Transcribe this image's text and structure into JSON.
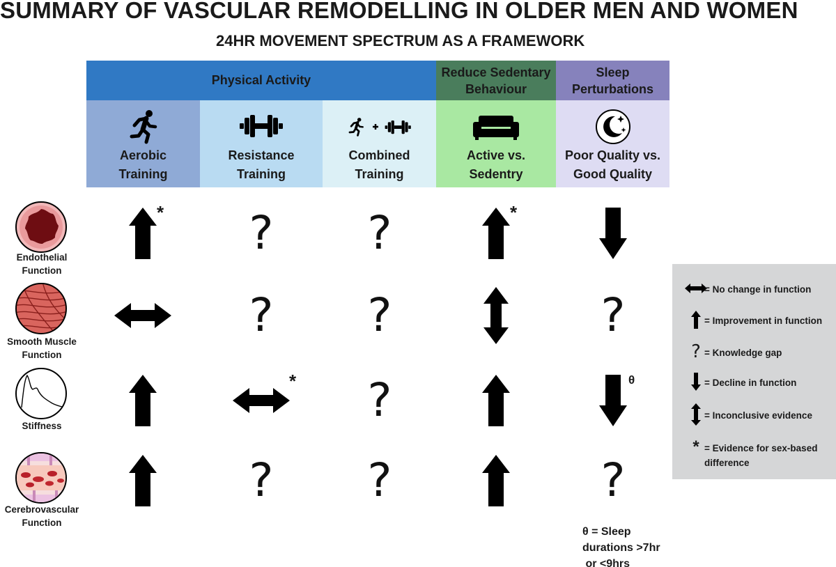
{
  "title": "SUMMARY OF VASCULAR REMODELLING IN OLDER MEN AND WOMEN",
  "subtitle": "24HR MOVEMENT SPECTRUM AS A FRAMEWORK",
  "groups": {
    "physical_activity": "Physical Activity",
    "sedentary_line1": "Reduce Sedentary",
    "sedentary_line2": "Behaviour",
    "sleep_line1": "Sleep",
    "sleep_line2": "Perturbations"
  },
  "columns": [
    {
      "line1": "Aerobic",
      "line2": "Training",
      "icon": "running-person-icon"
    },
    {
      "line1": "Resistance",
      "line2": "Training",
      "icon": "dumbbell-icon"
    },
    {
      "line1": "Combined",
      "line2": "Training",
      "icon": "running-plus-dumbbell-icon"
    },
    {
      "line1": "Active vs.",
      "line2": "Sedentry",
      "icon": "couch-icon"
    },
    {
      "line1": "Poor Quality vs.",
      "line2": "Good Quality",
      "icon": "moon-stars-icon"
    }
  ],
  "rows": [
    {
      "line1": "Endothelial",
      "line2": "Function",
      "icon": "endothelium-icon"
    },
    {
      "line1": "Smooth Muscle",
      "line2": "Function",
      "icon": "smooth-muscle-icon"
    },
    {
      "line1": "Stiffness",
      "line2": "",
      "icon": "pulse-waveform-icon"
    },
    {
      "line1": "Cerebrovascular",
      "line2": "Function",
      "icon": "cerebrovascular-icon"
    }
  ],
  "cells": [
    [
      "up*",
      "?",
      "?",
      "up*",
      "down"
    ],
    [
      "both",
      "?",
      "?",
      "updown",
      "?"
    ],
    [
      "up",
      "both*",
      "?",
      "up",
      "downθ"
    ],
    [
      "up",
      "?",
      "?",
      "up",
      "?"
    ]
  ],
  "marks": {
    "asterisk": "*",
    "theta": "θ"
  },
  "legend": [
    {
      "symbol": "horizontal-double-arrow",
      "text": "= No change in function"
    },
    {
      "symbol": "up-arrow",
      "text": "= Improvement in function"
    },
    {
      "symbol": "question-mark",
      "text": "= Knowledge gap"
    },
    {
      "symbol": "down-arrow",
      "text": "= Decline in function"
    },
    {
      "symbol": "vertical-double-arrow",
      "text": "= Inconclusive evidence"
    },
    {
      "symbol": "asterisk",
      "text": "= Evidence for sex-based",
      "text2": "difference"
    }
  ],
  "legend_glyphs": {
    "question": "?",
    "asterisk": "*"
  },
  "footnote": "θ = Sleep\ndurations >7hr\n or <9hrs",
  "colors": {
    "physical_activity": "#3079c4",
    "sedentary": "#4a7d5c",
    "sleep": "#8682bc",
    "aerobic": "#8faad6",
    "resistance": "#b9dbf2",
    "combined": "#dcf0f6",
    "active": "#a9e8a2",
    "sleep_quality": "#dedcf3",
    "legend_bg": "#d5d6d7"
  }
}
